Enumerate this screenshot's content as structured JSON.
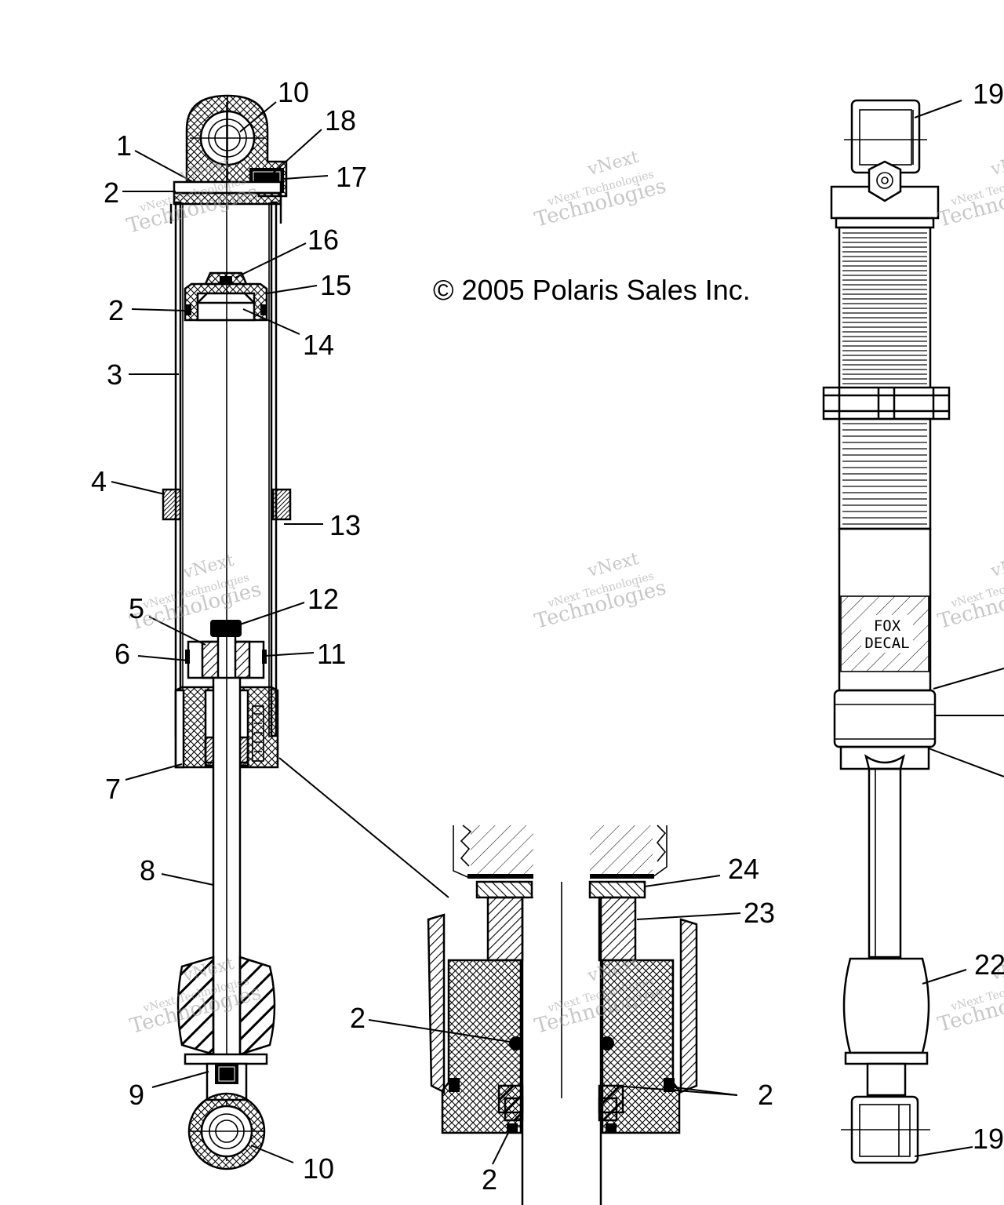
{
  "copyright": "© 2005 Polaris Sales Inc.",
  "watermark": {
    "line1": "vNext",
    "line2": "vNext Technologies",
    "line3": "Technologies"
  },
  "decal": {
    "line1": "FOX",
    "line2": "DECAL"
  },
  "callouts": {
    "c1": "1",
    "c2a": "2",
    "c2b": "2",
    "c2c": "2",
    "c2d": "2",
    "c2e": "2",
    "c3": "3",
    "c4": "4",
    "c5": "5",
    "c6": "6",
    "c7": "7",
    "c8": "8",
    "c9": "9",
    "c10a": "10",
    "c10b": "10",
    "c11": "11",
    "c12": "12",
    "c13": "13",
    "c14": "14",
    "c15": "15",
    "c16": "16",
    "c17": "17",
    "c18": "18",
    "c19a": "19",
    "c19b": "19",
    "c22": "22",
    "c23": "23",
    "c24": "24"
  }
}
